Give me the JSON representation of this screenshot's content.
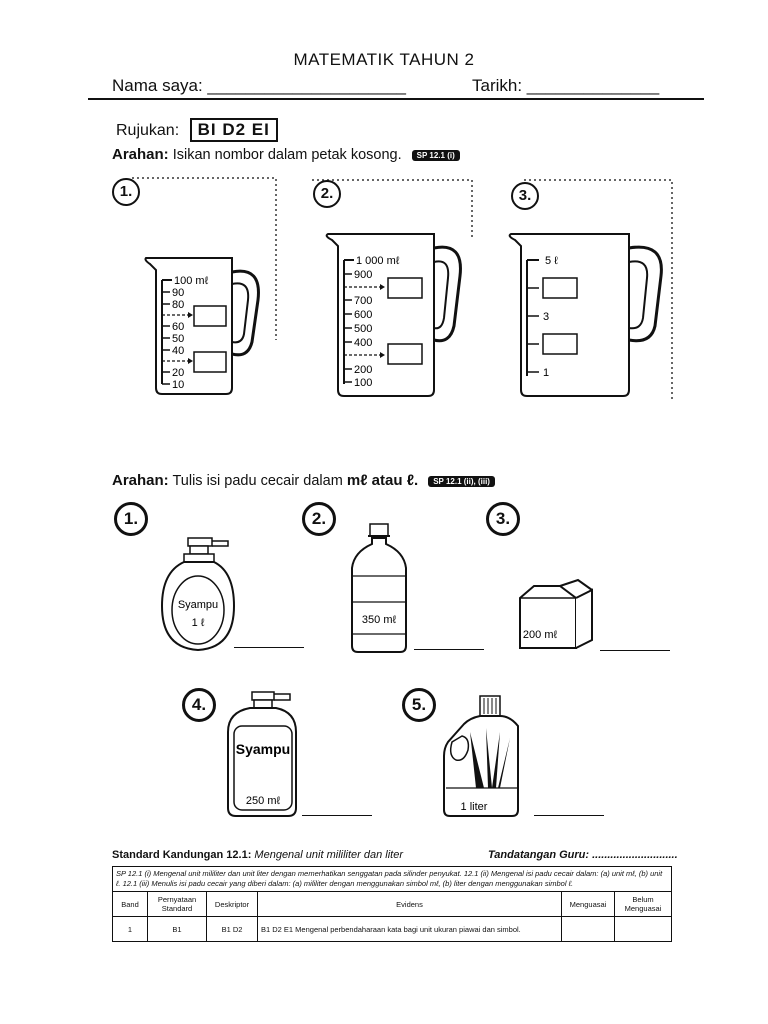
{
  "header": {
    "title": "MATEMATIK TAHUN 2",
    "name_label": "Nama saya: _____________________",
    "date_label": "Tarikh: ______________"
  },
  "rujukan": {
    "label": "Rujukan:",
    "code": "BI D2 EI"
  },
  "section1": {
    "instruction_bold": "Arahan:",
    "instruction_text": "Isikan nombor dalam petak kosong.",
    "badge": "SP 12.1 (i)",
    "items": [
      {
        "number": "1.",
        "ticks": [
          "100 mℓ",
          "90",
          "80",
          "60",
          "50",
          "40",
          "20",
          "10"
        ]
      },
      {
        "number": "2.",
        "ticks": [
          "1 000 mℓ",
          "900",
          "700",
          "600",
          "500",
          "400",
          "200",
          "100"
        ]
      },
      {
        "number": "3.",
        "ticks": [
          "5 ℓ",
          "3",
          "1"
        ]
      }
    ]
  },
  "section2": {
    "instruction_bold": "Arahan:",
    "instruction_text": "Tulis isi padu cecair dalam",
    "instruction_units": "mℓ atau ℓ.",
    "badge": "SP 12.1 (ii), (iii)",
    "items": [
      {
        "number": "1.",
        "label": "Syampu",
        "volume": "1 ℓ"
      },
      {
        "number": "2.",
        "volume": "350 mℓ"
      },
      {
        "number": "3.",
        "volume": "200 mℓ"
      },
      {
        "number": "4.",
        "label": "Syampu",
        "volume": "250 mℓ"
      },
      {
        "number": "5.",
        "volume": "1 liter"
      }
    ]
  },
  "footer": {
    "standard_bold": "Standard Kandungan 12.1:",
    "standard_text": "Mengenal unit mililiter dan liter",
    "guru_label": "Tandatangan Guru: ............................",
    "sp_desc": "SP 12.1 (i) Mengenal unit mililiter dan unit liter dengan memerhatikan senggatan pada silinder penyukat. 12.1 (ii) Mengenal isi padu cecair dalam: (a) unit mℓ, (b) unit ℓ. 12.1 (iii) Menulis isi padu cecair yang diberi dalam: (a) mililiter dengan menggunakan simbol mℓ, (b) liter dengan menggunakan simbol ℓ.",
    "table_headers": [
      "Band",
      "Pernyataan Standard",
      "Deskriptor",
      "Evidens",
      "Menguasai",
      "Belum Menguasai"
    ],
    "table_row": [
      "1",
      "B1",
      "B1 D2",
      "B1 D2 E1 Mengenal perbendaharaan kata bagi unit ukuran piawai dan simbol.",
      "",
      ""
    ]
  }
}
